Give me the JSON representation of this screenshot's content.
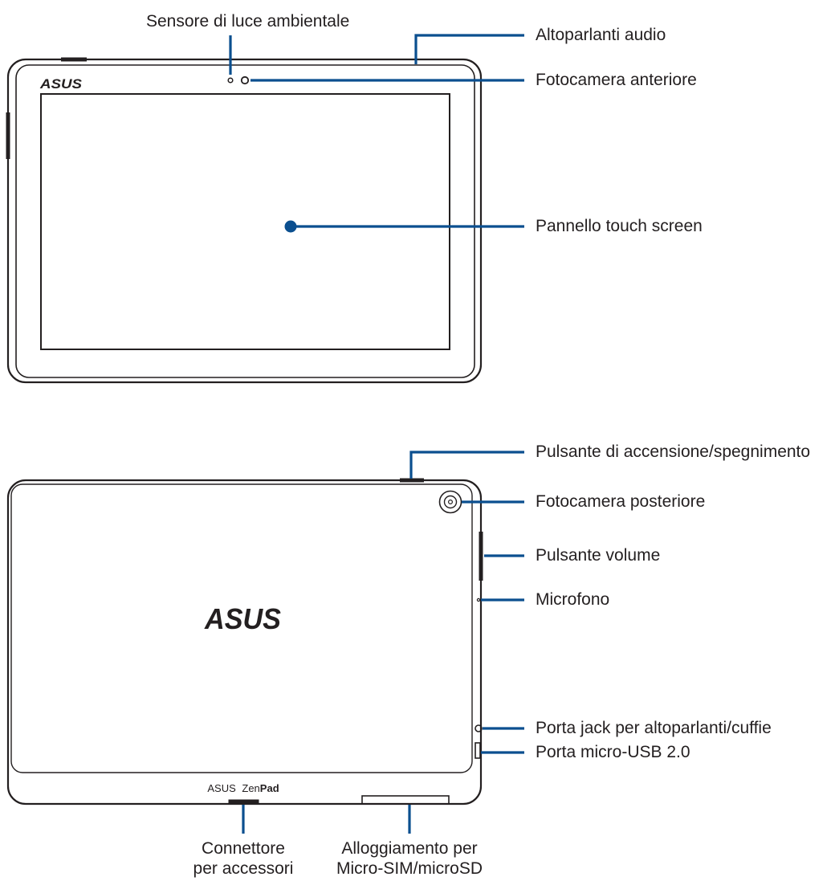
{
  "front_view": {
    "brand_logo_text": "ASUS",
    "callouts": {
      "ambient_light_sensor": "Sensore di luce ambientale",
      "speakers": "Altoparlanti audio",
      "front_camera": "Fotocamera anteriore",
      "touch_panel": "Pannello touch screen"
    }
  },
  "rear_view": {
    "brand_logo_text": "ASUS",
    "model_brand": "ASUS",
    "model_name_regular": "Zen",
    "model_name_bold": "Pad",
    "callouts": {
      "power_button": "Pulsante di accensione/spegnimento",
      "rear_camera": "Fotocamera posteriore",
      "volume_button": "Pulsante volume",
      "microphone": "Microfono",
      "headphone_jack": "Porta jack per altoparlanti/cuffie",
      "micro_usb": "Porta micro-USB 2.0",
      "accessory_connector_line1": "Connettore",
      "accessory_connector_line2": "per accessori",
      "card_slot_line1": "Alloggiamento per",
      "card_slot_line2": "Micro-SIM/microSD"
    }
  },
  "colors": {
    "callout_line": "#0b4f8f",
    "device_outline": "#231f20",
    "text": "#231f20"
  },
  "icons": [
    "asus-logo",
    "front-camera-lens",
    "ambient-light-sensor",
    "rear-camera-lens"
  ]
}
